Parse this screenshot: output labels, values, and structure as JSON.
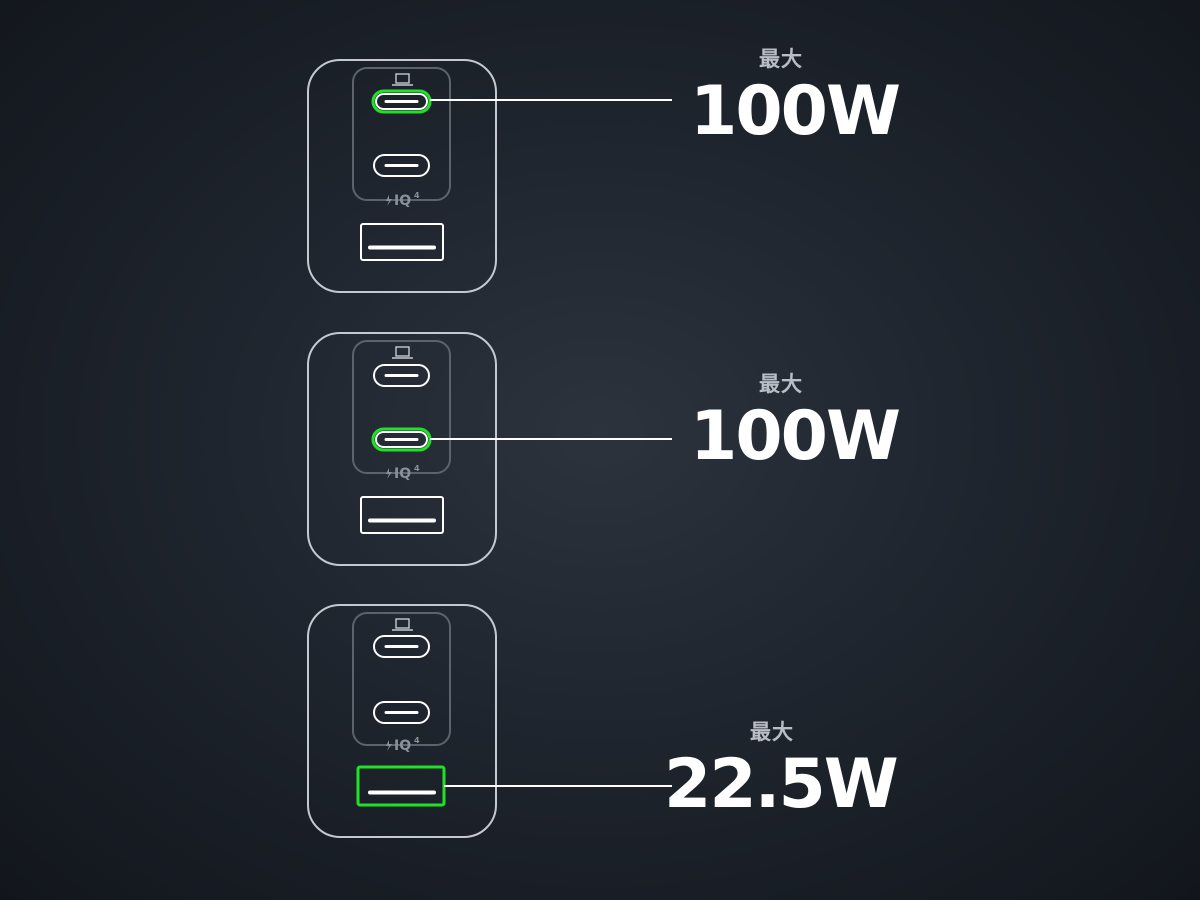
{
  "badge_text": "IQ",
  "badge_superscript": "4",
  "colors": {
    "background": "#1f252e",
    "outline": "#c5c9cf",
    "highlight": "#22e02a",
    "text_primary": "#ffffff",
    "text_secondary": "#b9bec6"
  },
  "panels": [
    {
      "active_port": "usb-c-1",
      "label_prefix": "最大",
      "label_value": "100W"
    },
    {
      "active_port": "usb-c-2",
      "label_prefix": "最大",
      "label_value": "100W"
    },
    {
      "active_port": "usb-a",
      "label_prefix": "最大",
      "label_value": "22.5W"
    }
  ],
  "icons": [
    "laptop-icon",
    "lightning-icon",
    "usb-c-port-icon",
    "usb-a-port-icon"
  ]
}
